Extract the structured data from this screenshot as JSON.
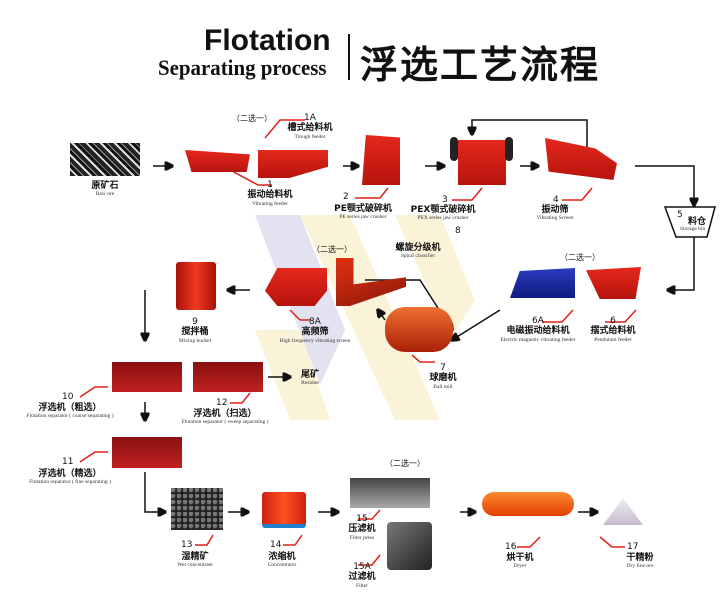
{
  "title": {
    "en_main": "Flotation",
    "en_sub": "Separating process",
    "cn": "浮选工艺流程"
  },
  "choose_one": "（二选一）",
  "nodes": {
    "raw": {
      "cn": "原矿石",
      "en": "Raw ore"
    },
    "n1": {
      "num": "1",
      "cn": "振动给料机",
      "en": "Vibrating feeder"
    },
    "n1a": {
      "num": "1A",
      "cn": "槽式给料机",
      "en": "Trough feeder"
    },
    "n2": {
      "num": "2",
      "cn": "PE颚式破碎机",
      "en": "PE series jaw crusher"
    },
    "n3": {
      "num": "3",
      "cn": "PEX颚式破碎机",
      "en": "PEX series jaw crusher"
    },
    "n4": {
      "num": "4",
      "cn": "振动筛",
      "en": "Vibrating Screen"
    },
    "n5": {
      "num": "5",
      "cn": "料仓",
      "en": "Storage bin"
    },
    "n6": {
      "num": "6",
      "cn": "摆式给料机",
      "en": "Pendulum feeder"
    },
    "n6a": {
      "num": "6A",
      "cn": "电磁振动给料机",
      "en": "Electric magnetic vibrating feeder"
    },
    "n7": {
      "num": "7",
      "cn": "球磨机",
      "en": "Ball mill"
    },
    "n8": {
      "num": "8",
      "cn": "螺旋分级机",
      "en": "Spiral classifier"
    },
    "n8a": {
      "num": "8A",
      "cn": "高频筛",
      "en": "High frequency vibrating screen"
    },
    "n9": {
      "num": "9",
      "cn": "搅拌桶",
      "en": "Mixing bucket"
    },
    "n10": {
      "num": "10",
      "cn": "浮选机（粗选）",
      "en": "Flotation separator ( coarse separating )"
    },
    "n11": {
      "num": "11",
      "cn": "浮选机（精选）",
      "en": "Flotation separator ( fine separating )"
    },
    "n12": {
      "num": "12",
      "cn": "浮选机（扫选）",
      "en": "Flotation separator ( sweep separating )"
    },
    "residue": {
      "cn": "尾矿",
      "en": "Residue"
    },
    "n13": {
      "num": "13",
      "cn": "湿精矿",
      "en": "Wet concentrate"
    },
    "n14": {
      "num": "14",
      "cn": "浓缩机",
      "en": "Concentrator"
    },
    "n15": {
      "num": "15",
      "cn": "压滤机",
      "en": "Filter press"
    },
    "n15a": {
      "num": "15A",
      "cn": "过滤机",
      "en": "Filter"
    },
    "n16": {
      "num": "16",
      "cn": "烘干机",
      "en": "Dryer"
    },
    "n17": {
      "num": "17",
      "cn": "干精粉",
      "en": "Dry fine ore"
    }
  },
  "colors": {
    "machine": "#d42015",
    "leader": "#e0201a",
    "watermark_blue": "#d8d8ec",
    "watermark_yellow": "#fbf3d6"
  }
}
